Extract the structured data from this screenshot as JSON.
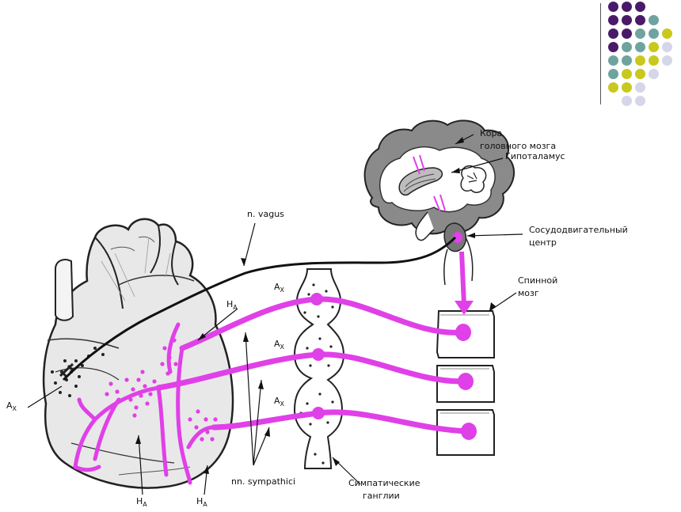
{
  "labels": {
    "cortex": [
      "Кора",
      "головного мозга"
    ],
    "hypothalamus": "Гипоталамус",
    "vasomotor": [
      "Сосудодвигательный",
      "центр"
    ],
    "spinal": [
      "Спинной",
      "мозг"
    ],
    "vagus": "n. vagus",
    "sympathetic_nerves": "nn. sympathici",
    "ganglia": [
      "Симпатические",
      "ганглии"
    ],
    "ax_main": "AX",
    "ha": "HA",
    "ax_ganglion": "AX"
  },
  "colors": {
    "purple": "#4a1a6a",
    "teal": "#6ea3a0",
    "yellow": "#c8c81e",
    "lavender": "#d6d6ea",
    "nerve": "#e040e8"
  },
  "decor_grid": [
    [
      "purple",
      "purple",
      "purple",
      "",
      ""
    ],
    [
      "purple",
      "purple",
      "purple",
      "teal",
      ""
    ],
    [
      "purple",
      "purple",
      "teal",
      "teal",
      "yellow"
    ],
    [
      "purple",
      "teal",
      "teal",
      "yellow",
      "lavender"
    ],
    [
      "teal",
      "teal",
      "yellow",
      "yellow",
      "lavender"
    ],
    [
      "teal",
      "yellow",
      "yellow",
      "lavender",
      ""
    ],
    [
      "yellow",
      "yellow",
      "lavender",
      "",
      ""
    ],
    [
      "",
      "lavender",
      "lavender",
      "",
      ""
    ]
  ]
}
